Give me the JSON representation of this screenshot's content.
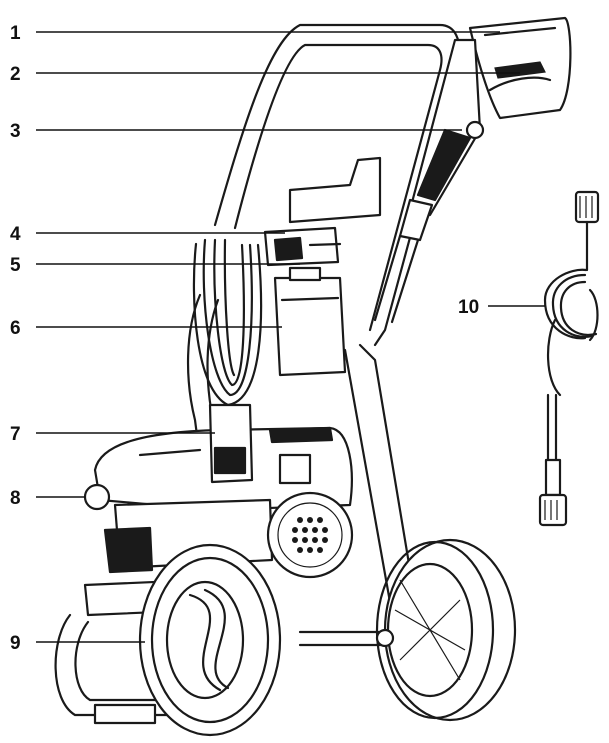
{
  "callouts": [
    {
      "number": "1",
      "part": "spray-gun-trigger"
    },
    {
      "number": "2",
      "part": "trigger-lock"
    },
    {
      "number": "3",
      "part": "spray-wand"
    },
    {
      "number": "4",
      "part": "hose-hook"
    },
    {
      "number": "5",
      "part": "gun-holder"
    },
    {
      "number": "6",
      "part": "detergent-tank"
    },
    {
      "number": "7",
      "part": "engine-cover"
    },
    {
      "number": "8",
      "part": "pump-outlet"
    },
    {
      "number": "9",
      "part": "wheel"
    },
    {
      "number": "10",
      "part": "high-pressure-hose"
    }
  ],
  "colors": {
    "line": "#1a1a1a",
    "background": "#ffffff"
  }
}
